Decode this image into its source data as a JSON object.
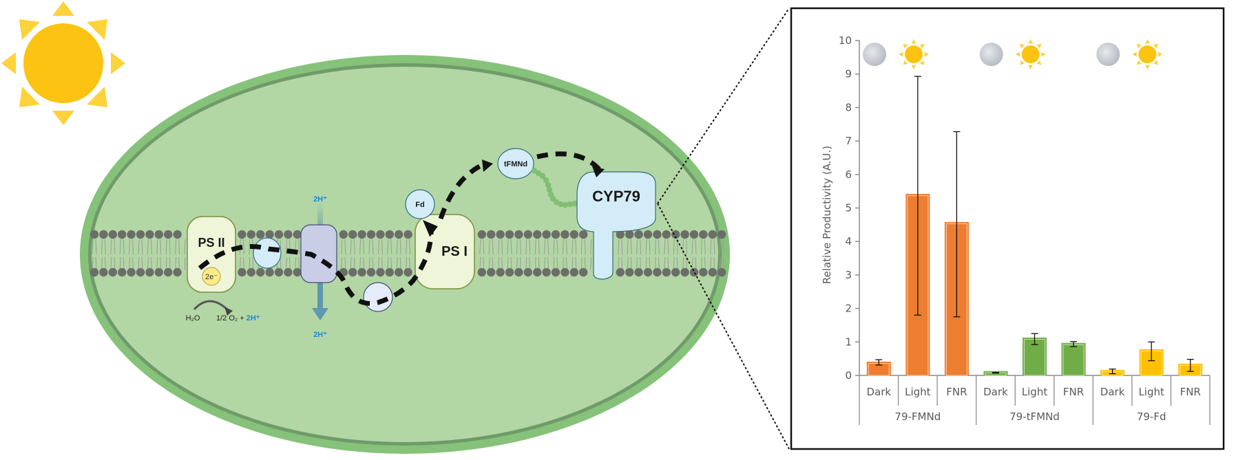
{
  "diagram": {
    "labels": {
      "ps2": "PS II",
      "electrons": "2e⁻",
      "water": "H₂O",
      "oxygen_prefix": "1/2 O₂ + ",
      "protons": "2H⁺",
      "ps1": "PS I",
      "fd": "Fd",
      "tfmnd": "tFMNd",
      "cyp79": "CYP79",
      "protons_top": "2H⁺",
      "protons_bottom": "2H⁺"
    },
    "colors": {
      "stroma": "#b3d6a5",
      "envelope": "#86c27a",
      "envelope_inner": "#6f9b6a",
      "membrane_head": "#6b6e68",
      "ps_fill": "#eef5d8",
      "sun": "#fdc312",
      "sun_ray": "#fdd23a",
      "carrier_fill": "#d4ecf7",
      "cytb6f_fill": "#c9cee6",
      "proton_text": "#1b87d6"
    }
  },
  "chart_data": {
    "type": "bar",
    "title": "",
    "ylabel": "Relative Productivity (A.U.)",
    "xlabel": "",
    "ylim": [
      0,
      10
    ],
    "yticks": [
      0,
      1,
      2,
      3,
      4,
      5,
      6,
      7,
      8,
      9,
      10
    ],
    "grid": false,
    "groups": [
      {
        "name": "79-FMNd",
        "color": "#ed7d31",
        "categories": [
          "Dark",
          "Light",
          "FNR"
        ],
        "values": [
          0.41,
          5.42,
          4.58
        ],
        "err_low": [
          0.31,
          1.8,
          1.75
        ],
        "err_high": [
          0.47,
          8.93,
          7.28
        ]
      },
      {
        "name": "79-tFMNd",
        "color": "#70ad47",
        "categories": [
          "Dark",
          "Light",
          "FNR"
        ],
        "values": [
          0.13,
          1.13,
          0.97
        ],
        "err_low": [
          0.07,
          0.92,
          0.86
        ],
        "err_high": [
          0.09,
          1.25,
          1.01
        ]
      },
      {
        "name": "79-Fd",
        "color": "#ffc000",
        "categories": [
          "Dark",
          "Light",
          "FNR"
        ],
        "values": [
          0.16,
          0.78,
          0.35
        ],
        "err_low": [
          0.05,
          0.44,
          0.12
        ],
        "err_high": [
          0.19,
          1.0,
          0.48
        ]
      }
    ],
    "annotations": [
      {
        "group": "79-FMNd",
        "icons": [
          "moon-icon",
          "sun-icon"
        ]
      },
      {
        "group": "79-tFMNd",
        "icons": [
          "moon-icon",
          "sun-icon"
        ]
      },
      {
        "group": "79-Fd",
        "icons": [
          "moon-icon",
          "sun-icon"
        ]
      }
    ]
  }
}
